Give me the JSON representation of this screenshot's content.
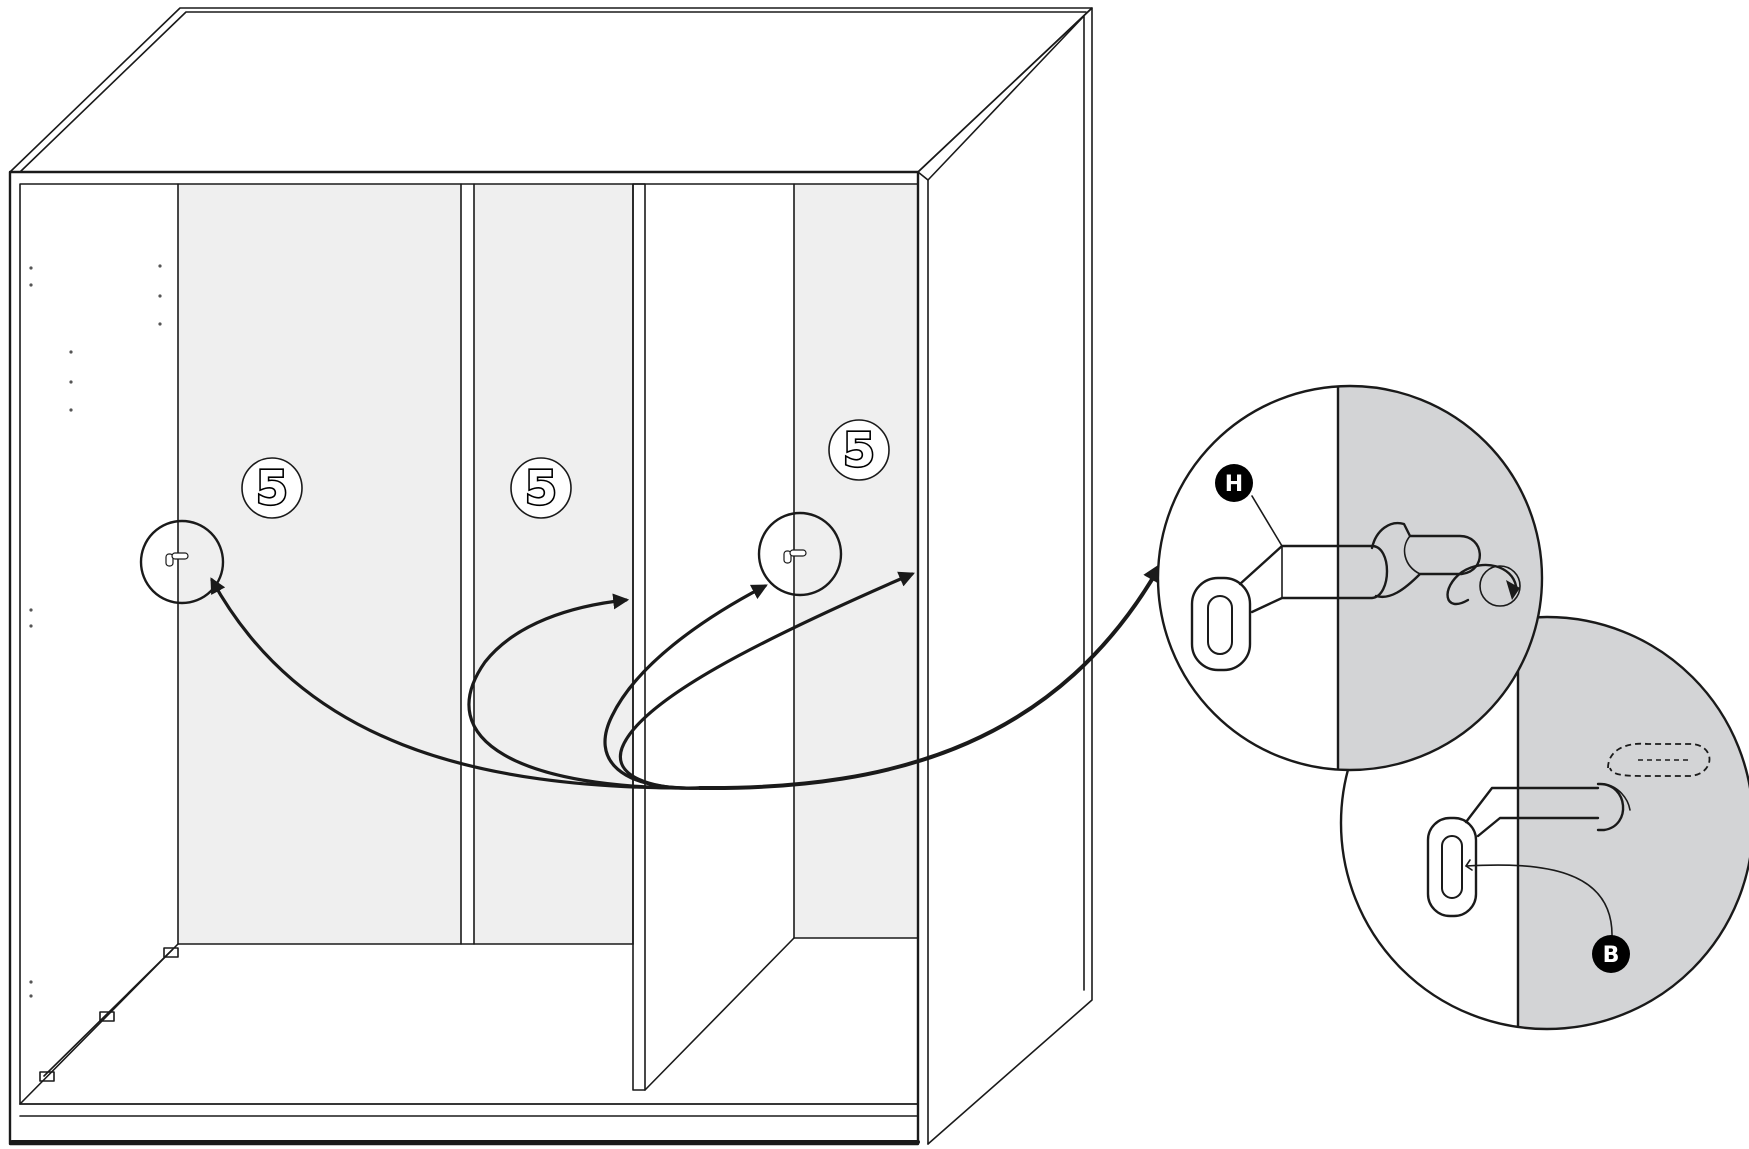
{
  "steps": [
    {
      "id": "step-left",
      "label": "5"
    },
    {
      "id": "step-middle",
      "label": "5"
    },
    {
      "id": "step-right",
      "label": "5"
    }
  ],
  "parts": {
    "hook": "H",
    "screw": "B"
  },
  "colors": {
    "line": "#1a1a1a",
    "panel_shade": "#efefef",
    "wall_shade": "#d3d4d6",
    "background": "#ffffff"
  },
  "icons": [
    "hook-icon",
    "screw-icon",
    "arrow-icon"
  ]
}
